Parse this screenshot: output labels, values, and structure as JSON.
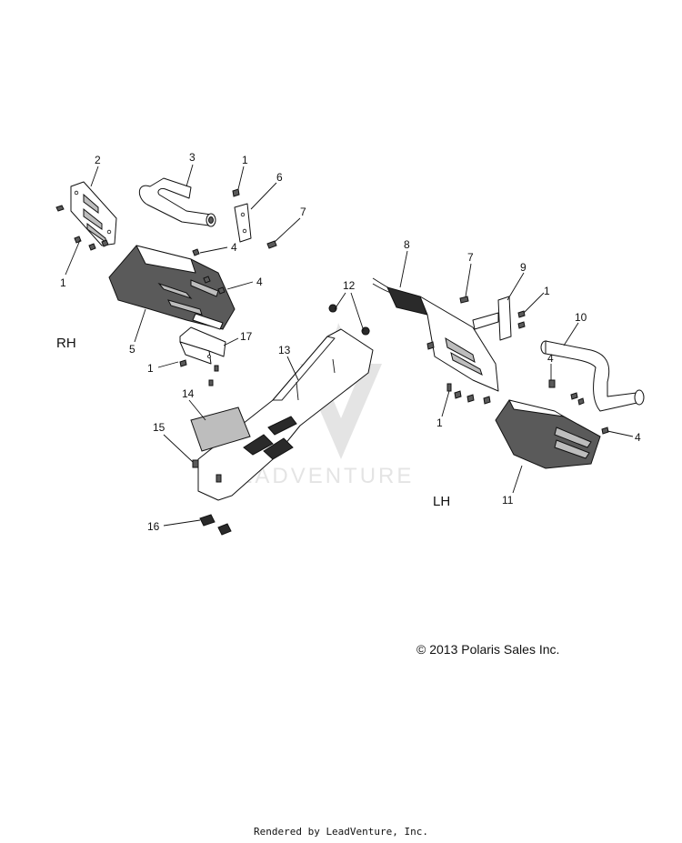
{
  "diagram": {
    "side_labels": {
      "rh": "RH",
      "lh": "LH"
    },
    "callouts": {
      "c1a": "1",
      "c1b": "1",
      "c1c": "1",
      "c1d": "1",
      "c1e": "1",
      "c2": "2",
      "c3": "3",
      "c4a": "4",
      "c4b": "4",
      "c4c": "4",
      "c4d": "4",
      "c5": "5",
      "c6": "6",
      "c7a": "7",
      "c7b": "7",
      "c8": "8",
      "c9": "9",
      "c10": "10",
      "c11": "11",
      "c12": "12",
      "c13": "13",
      "c14": "14",
      "c15": "15",
      "c16": "16",
      "c17": "17"
    },
    "watermark": "LEADVENTURE"
  },
  "copyright": "© 2013 Polaris Sales Inc.",
  "footer": "Rendered by LeadVenture, Inc."
}
